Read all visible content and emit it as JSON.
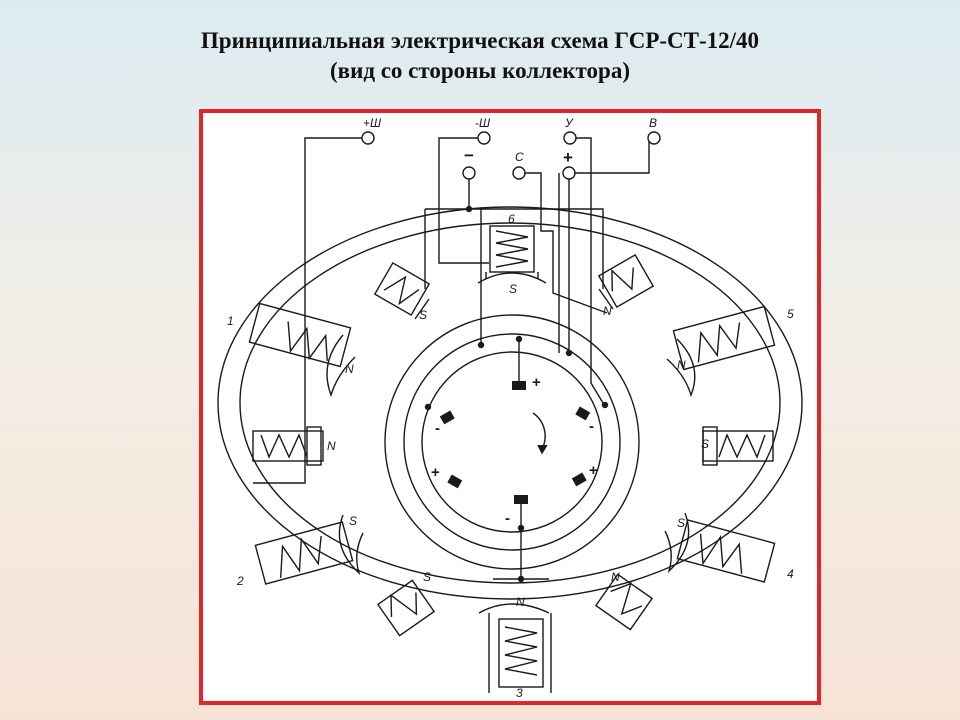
{
  "slide": {
    "title_line1": "Принципиальная электрическая схема ГСР-СТ-12/40",
    "title_line2": "(вид со стороны коллектора)"
  },
  "diagram": {
    "colors": {
      "frame": "#e0262b",
      "line": "#1a1a1a"
    },
    "terminals": {
      "plus_sh": "+Ш",
      "minus_sh": "-Ш",
      "u": "У",
      "v": "В",
      "minus": "−",
      "c": "С",
      "plus": "+"
    },
    "pole_numbers": [
      "1",
      "2",
      "3",
      "4",
      "5",
      "6"
    ],
    "pole_letters": {
      "p6": "S",
      "p1": "N",
      "left": "N",
      "p2": "S",
      "p3": "N",
      "p4": "S",
      "right": "S",
      "p5": "N",
      "aux_upper_left": "S",
      "aux_upper_right": "N",
      "aux_lower_left": "S",
      "aux_lower_right": "N"
    },
    "brush_signs": {
      "top": "+",
      "upper_left": "-",
      "upper_right": "-",
      "lower_left": "+",
      "lower_right": "+",
      "bottom": "-"
    }
  }
}
